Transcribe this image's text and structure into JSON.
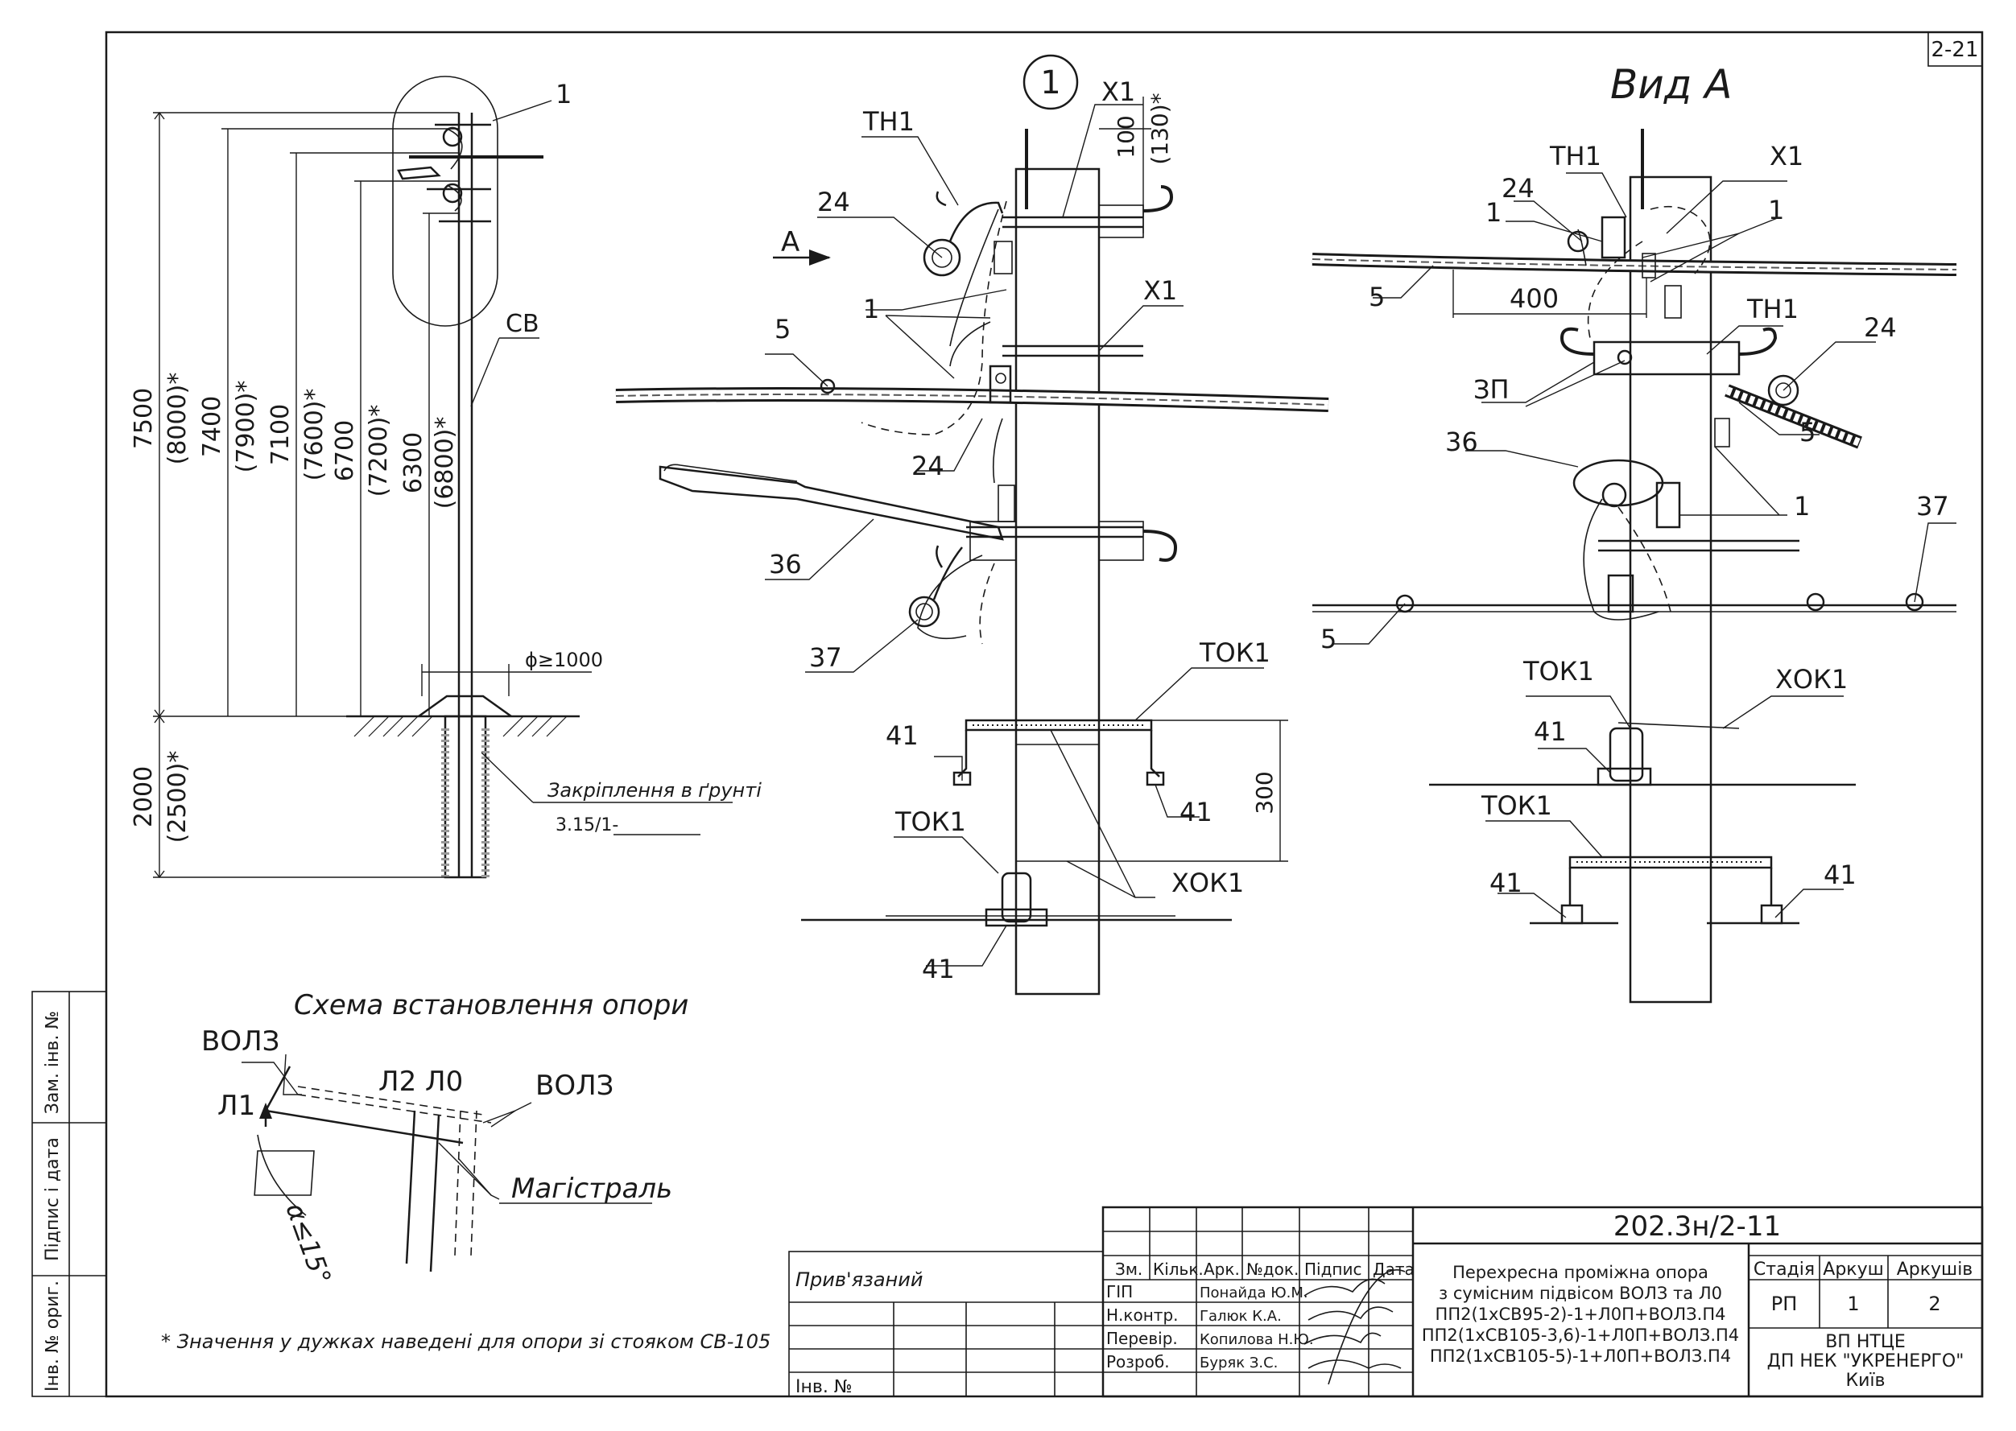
{
  "sheet_code": "2-21",
  "section_view": {
    "callout_number": "1",
    "view_label": "Вид А",
    "arrow_label": "А"
  },
  "tower": {
    "callout": "1",
    "pole_label": "СВ",
    "dims": [
      "7500",
      "(8000)*",
      "7400",
      "(7900)*",
      "7100",
      "(7600)*",
      "6700",
      "(7200)*",
      "6300",
      "(6800)*",
      "2000",
      "(2500)*"
    ],
    "diameter": "ϕ≥1000",
    "foundation_caption": "Закріплення в ґрунті",
    "foundation_ref": "3.15/1-"
  },
  "detail1": {
    "labels": {
      "x1_top": "Х1",
      "dim100": "100",
      "dim130": "(130)*",
      "th1": "ТН1",
      "n24a": "24",
      "n1": "1",
      "n5": "5",
      "x1_mid": "Х1",
      "n24b": "24",
      "n36": "36",
      "n37": "37",
      "tok1_a": "ТОК1",
      "n41_a": "41",
      "n41_b": "41",
      "dim300": "300",
      "tok1_b": "ТОК1",
      "xok1": "ХОК1",
      "n41_c": "41"
    }
  },
  "viewA": {
    "labels": {
      "th1_top": "ТН1",
      "x1": "Х1",
      "n24_top": "24",
      "n1_a": "1",
      "n1_b": "1",
      "n5_a": "5",
      "dim400": "400",
      "th1_mid": "ТН1",
      "n24_right": "24",
      "zp": "ЗП",
      "n5_b": "5",
      "n36": "36",
      "n1_c": "1",
      "n37": "37",
      "n5_c": "5",
      "tok1_a": "ТОК1",
      "xok1": "ХОК1",
      "n41_a": "41",
      "tok1_b": "ТОК1",
      "n41_b": "41",
      "n41_c": "41"
    }
  },
  "scheme": {
    "title": "Схема встановлення опори",
    "vol3_left": "ВОЛЗ",
    "l1": "Л1",
    "l2l0": "Л2 Л0",
    "vol3_right": "ВОЛЗ",
    "angle": "α≤15°",
    "main": "Магістраль"
  },
  "footnote": "* Значення у дужках наведені для опори зі стояком СВ-105",
  "side_stamp": [
    "Зам. інв. №",
    "Підпис і дата",
    "Інв. № ориг."
  ],
  "title_block": {
    "doc_code": "202.3н/2-11",
    "linked": "Прив'язаний",
    "inv": "Інв. №",
    "col_headers": [
      "Зм.",
      "Кільк.",
      "Арк.",
      "№док.",
      "Підпис",
      "Дата"
    ],
    "people": [
      {
        "role": "ГІП",
        "name": "Понайда Ю.М."
      },
      {
        "role": "Н.контр.",
        "name": "Галюк К.А."
      },
      {
        "role": "Перевір.",
        "name": "Копилова Н.Ю."
      },
      {
        "role": "Розроб.",
        "name": "Буряк З.С."
      }
    ],
    "description": [
      "Перехресна проміжна опора",
      "з сумісним підвісом ВОЛЗ та Л0",
      "ПП2(1хСВ95-2)-1+Л0П+ВОЛЗ.П4",
      "ПП2(1хСВ105-3,6)-1+Л0П+ВОЛЗ.П4",
      "ПП2(1хСВ105-5)-1+Л0П+ВОЛЗ.П4"
    ],
    "stage_header": "Стадія",
    "sheet_header": "Аркуш",
    "sheets_header": "Аркушів",
    "stage": "РП",
    "sheet": "1",
    "sheets": "2",
    "org": [
      "ВП НТЦЕ",
      "ДП НЕК \"УКРЕНЕРГО\"",
      "Київ"
    ]
  }
}
